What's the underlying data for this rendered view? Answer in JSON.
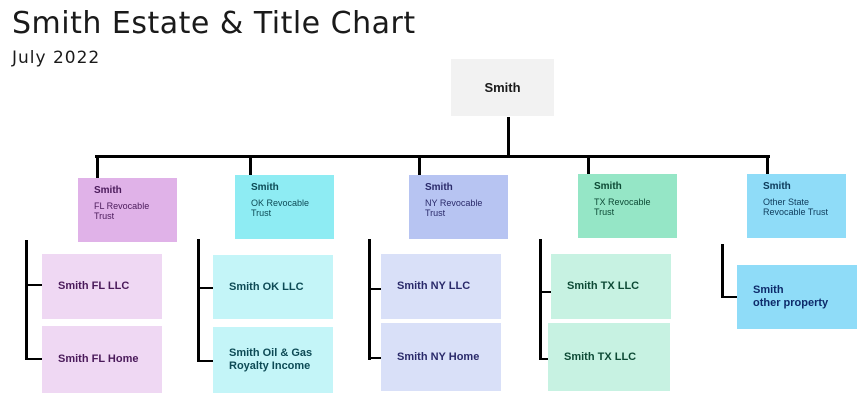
{
  "header": {
    "title": "Smith Estate & Title Chart",
    "subtitle": "July 2022"
  },
  "root": {
    "label": "Smith"
  },
  "trusts": [
    {
      "name": "Smith",
      "sub": "FL Revocable\nTrust",
      "bg": "#e0b2e8",
      "fg": "#4a1a5a",
      "children": [
        {
          "label": "Smith FL LLC",
          "bg": "#efd8f3",
          "fg": "#4a1a5a"
        },
        {
          "label": "Smith FL Home",
          "bg": "#efd8f3",
          "fg": "#4a1a5a"
        }
      ]
    },
    {
      "name": "Smith",
      "sub": "OK Revocable\nTrust",
      "bg": "#8eecf3",
      "fg": "#0d4a55",
      "children": [
        {
          "label": "Smith OK LLC",
          "bg": "#c4f5f8",
          "fg": "#0d4a55"
        },
        {
          "label": "Smith Oil & Gas\nRoyalty Income",
          "bg": "#c4f5f8",
          "fg": "#0d4a55"
        }
      ]
    },
    {
      "name": "Smith",
      "sub": "NY Revocable\nTrust",
      "bg": "#b7c4f2",
      "fg": "#2a2a6a",
      "children": [
        {
          "label": "Smith NY LLC",
          "bg": "#d9e0f8",
          "fg": "#2a2a6a"
        },
        {
          "label": "Smith NY Home",
          "bg": "#d9e0f8",
          "fg": "#2a2a6a"
        }
      ]
    },
    {
      "name": "Smith",
      "sub": "TX Revocable\nTrust",
      "bg": "#95e6c6",
      "fg": "#0d4a35",
      "children": [
        {
          "label": "Smith TX LLC",
          "bg": "#c7f2e2",
          "fg": "#0d4a35"
        },
        {
          "label": "Smith TX LLC",
          "bg": "#c7f2e2",
          "fg": "#0d4a35"
        }
      ]
    },
    {
      "name": "Smith",
      "sub": "Other State\nRevocable Trust",
      "bg": "#8fdcf8",
      "fg": "#0d3a5a",
      "children": [
        {
          "label": "Smith\n  other property",
          "bg": "#8fdcf8",
          "fg": "#0d2a6a"
        }
      ]
    }
  ]
}
